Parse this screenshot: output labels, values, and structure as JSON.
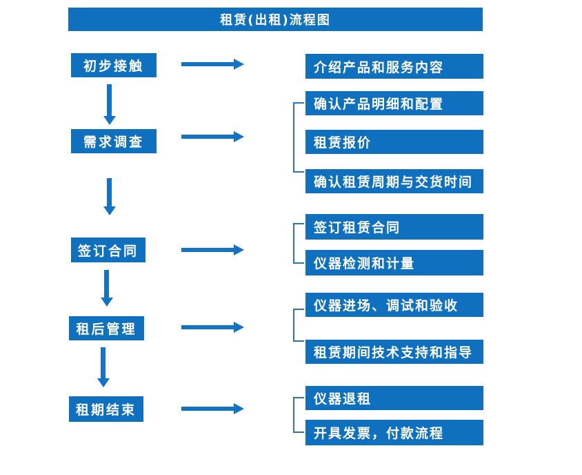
{
  "title": "租赁(出租)流程图",
  "colors": {
    "primary": "#0E70BE",
    "arrow": "#1373C6",
    "bracket": "#2E74B5",
    "text_on_primary": "#FFFFFF",
    "background": "#FFFFFF"
  },
  "steps": [
    {
      "label": "初步接触",
      "outputs": [
        "介绍产品和服务内容"
      ]
    },
    {
      "label": "需求调查",
      "outputs": [
        "确认产品明细和配置",
        "租赁报价",
        "确认租赁周期与交货时间"
      ]
    },
    {
      "label": "签订合同",
      "outputs": [
        "签订租赁合同",
        "仪器检测和计量"
      ]
    },
    {
      "label": "租后管理",
      "outputs": [
        "仪器进场、调试和验收",
        "租赁期间技术支持和指导"
      ]
    },
    {
      "label": "租期结束",
      "outputs": [
        "仪器退租",
        "开具发票，付款流程"
      ]
    }
  ]
}
